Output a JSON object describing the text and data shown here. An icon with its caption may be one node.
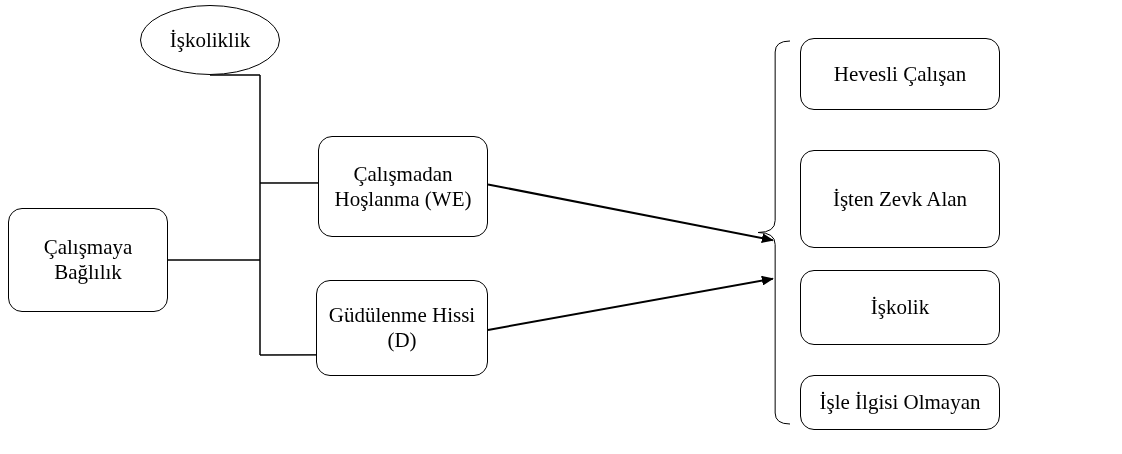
{
  "diagram": {
    "nodes": [
      {
        "text": [
          "İşkoliklik"
        ]
      },
      {
        "text": [
          "Çalışmaya Bağlılık"
        ]
      },
      {
        "text": [
          "Çalışmadan Hoşlanma (WE)"
        ]
      },
      {
        "text": [
          "Güdülenme Hissi (D)"
        ]
      },
      {
        "text": [],
        "shape": "brace"
      },
      {
        "text": [
          "Hevesli Çalışan"
        ]
      },
      {
        "text": [
          "İşten Zevk Alan"
        ]
      },
      {
        "text": [
          "İşkolik"
        ]
      },
      {
        "text": [
          "İşle İlgisi Olmayan"
        ]
      }
    ],
    "edges": [
      {
        "from": 0,
        "to": 2,
        "arrow": "none"
      },
      {
        "from": 0,
        "to": 3,
        "arrow": "none"
      },
      {
        "from": 1,
        "to": 2,
        "arrow": "none"
      },
      {
        "from": 1,
        "to": 3,
        "arrow": "none"
      },
      {
        "from": 2,
        "to": 4,
        "arrow": "to"
      },
      {
        "from": 3,
        "to": 4,
        "arrow": "to"
      }
    ]
  }
}
